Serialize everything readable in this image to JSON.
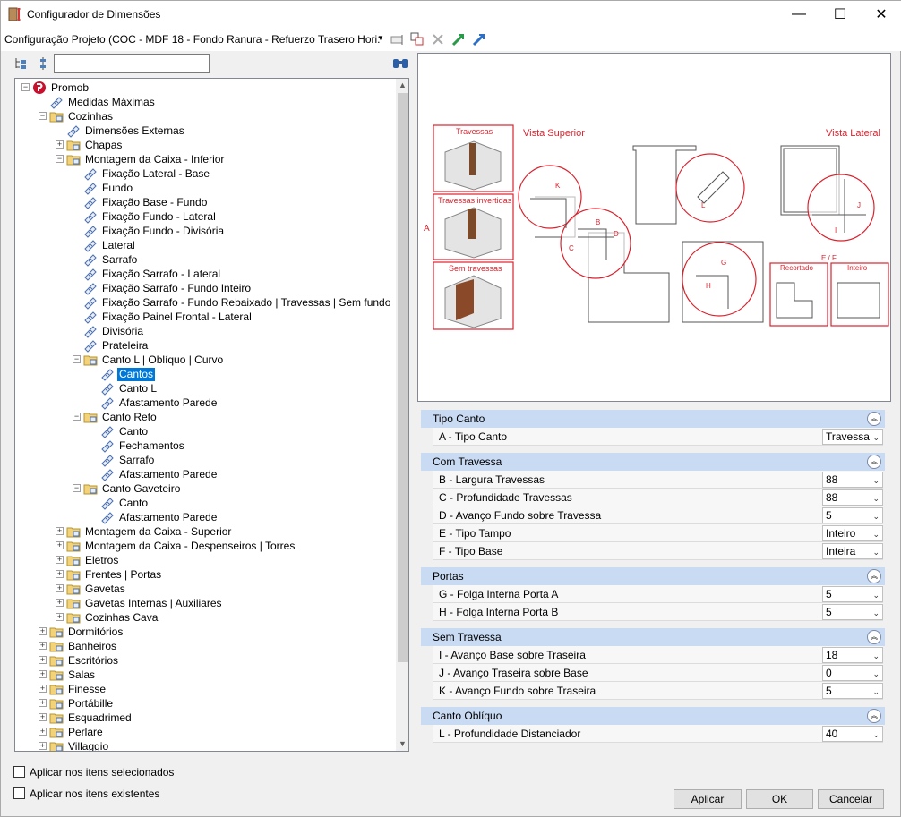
{
  "window": {
    "title": "Configurador de Dimensões",
    "minimize": "—",
    "maximize": "☐",
    "close": "✕"
  },
  "toolbar": {
    "config_label": "Configuração Projeto (COC - MDF 18 - Fondo Ranura - Refuerzo Trasero Hori:",
    "icons": [
      "rename-icon",
      "copy-icon",
      "delete-icon",
      "import-icon",
      "export-icon"
    ]
  },
  "tree": {
    "search_value": "",
    "nodes": [
      {
        "label": "Promob",
        "depth": 0,
        "exp": "−",
        "icon": "promob"
      },
      {
        "label": "Medidas Máximas",
        "depth": 1,
        "exp": "",
        "icon": "ruler"
      },
      {
        "label": "Cozinhas",
        "depth": 1,
        "exp": "−",
        "icon": "folder"
      },
      {
        "label": "Dimensões Externas",
        "depth": 2,
        "exp": "",
        "icon": "ruler"
      },
      {
        "label": "Chapas",
        "depth": 2,
        "exp": "+",
        "icon": "folder"
      },
      {
        "label": "Montagem da Caixa - Inferior",
        "depth": 2,
        "exp": "−",
        "icon": "folder"
      },
      {
        "label": "Fixação Lateral - Base",
        "depth": 3,
        "exp": "",
        "icon": "ruler"
      },
      {
        "label": "Fundo",
        "depth": 3,
        "exp": "",
        "icon": "ruler"
      },
      {
        "label": "Fixação Base - Fundo",
        "depth": 3,
        "exp": "",
        "icon": "ruler"
      },
      {
        "label": "Fixação Fundo - Lateral",
        "depth": 3,
        "exp": "",
        "icon": "ruler"
      },
      {
        "label": "Fixação Fundo - Divisória",
        "depth": 3,
        "exp": "",
        "icon": "ruler"
      },
      {
        "label": "Lateral",
        "depth": 3,
        "exp": "",
        "icon": "ruler"
      },
      {
        "label": "Sarrafo",
        "depth": 3,
        "exp": "",
        "icon": "ruler"
      },
      {
        "label": "Fixação Sarrafo - Lateral",
        "depth": 3,
        "exp": "",
        "icon": "ruler"
      },
      {
        "label": "Fixação Sarrafo - Fundo Inteiro",
        "depth": 3,
        "exp": "",
        "icon": "ruler"
      },
      {
        "label": "Fixação Sarrafo - Fundo Rebaixado | Travessas | Sem fundo",
        "depth": 3,
        "exp": "",
        "icon": "ruler"
      },
      {
        "label": "Fixação Painel Frontal - Lateral",
        "depth": 3,
        "exp": "",
        "icon": "ruler"
      },
      {
        "label": "Divisória",
        "depth": 3,
        "exp": "",
        "icon": "ruler"
      },
      {
        "label": "Prateleira",
        "depth": 3,
        "exp": "",
        "icon": "ruler"
      },
      {
        "label": "Canto L | Oblíquo | Curvo",
        "depth": 3,
        "exp": "−",
        "icon": "folder"
      },
      {
        "label": "Cantos",
        "depth": 4,
        "exp": "",
        "icon": "ruler",
        "selected": true
      },
      {
        "label": "Canto L",
        "depth": 4,
        "exp": "",
        "icon": "ruler"
      },
      {
        "label": "Afastamento Parede",
        "depth": 4,
        "exp": "",
        "icon": "ruler"
      },
      {
        "label": "Canto Reto",
        "depth": 3,
        "exp": "−",
        "icon": "folder"
      },
      {
        "label": "Canto",
        "depth": 4,
        "exp": "",
        "icon": "ruler"
      },
      {
        "label": "Fechamentos",
        "depth": 4,
        "exp": "",
        "icon": "ruler"
      },
      {
        "label": "Sarrafo",
        "depth": 4,
        "exp": "",
        "icon": "ruler"
      },
      {
        "label": "Afastamento Parede",
        "depth": 4,
        "exp": "",
        "icon": "ruler"
      },
      {
        "label": "Canto Gaveteiro",
        "depth": 3,
        "exp": "−",
        "icon": "folder"
      },
      {
        "label": "Canto",
        "depth": 4,
        "exp": "",
        "icon": "ruler"
      },
      {
        "label": "Afastamento Parede",
        "depth": 4,
        "exp": "",
        "icon": "ruler"
      },
      {
        "label": "Montagem da Caixa - Superior",
        "depth": 2,
        "exp": "+",
        "icon": "folder"
      },
      {
        "label": "Montagem da Caixa - Despenseiros | Torres",
        "depth": 2,
        "exp": "+",
        "icon": "folder"
      },
      {
        "label": "Eletros",
        "depth": 2,
        "exp": "+",
        "icon": "folder"
      },
      {
        "label": "Frentes | Portas",
        "depth": 2,
        "exp": "+",
        "icon": "folder"
      },
      {
        "label": "Gavetas",
        "depth": 2,
        "exp": "+",
        "icon": "folder"
      },
      {
        "label": "Gavetas Internas | Auxiliares",
        "depth": 2,
        "exp": "+",
        "icon": "folder"
      },
      {
        "label": "Cozinhas Cava",
        "depth": 2,
        "exp": "+",
        "icon": "folder"
      },
      {
        "label": "Dormitórios",
        "depth": 1,
        "exp": "+",
        "icon": "folder"
      },
      {
        "label": "Banheiros",
        "depth": 1,
        "exp": "+",
        "icon": "folder"
      },
      {
        "label": "Escritórios",
        "depth": 1,
        "exp": "+",
        "icon": "folder"
      },
      {
        "label": "Salas",
        "depth": 1,
        "exp": "+",
        "icon": "folder"
      },
      {
        "label": "Finesse",
        "depth": 1,
        "exp": "+",
        "icon": "folder"
      },
      {
        "label": "Portábille",
        "depth": 1,
        "exp": "+",
        "icon": "folder"
      },
      {
        "label": "Esquadrimed",
        "depth": 1,
        "exp": "+",
        "icon": "folder"
      },
      {
        "label": "Perlare",
        "depth": 1,
        "exp": "+",
        "icon": "folder"
      },
      {
        "label": "Villaggio",
        "depth": 1,
        "exp": "+",
        "icon": "folder"
      }
    ]
  },
  "options": {
    "apply_selected": "Aplicar nos itens selecionados",
    "apply_existing": "Aplicar nos itens existentes"
  },
  "preview": {
    "travessas": "Travessas",
    "travessas_invertidas": "Travessas invertidas",
    "sem_travessas": "Sem travessas",
    "vista_superior": "Vista Superior",
    "vista_lateral": "Vista Lateral",
    "letter_a": "A",
    "letter_b": "B",
    "letter_c": "C",
    "letter_d": "D",
    "letter_g": "G",
    "letter_h": "H",
    "letter_i": "I",
    "letter_j": "J",
    "letter_k": "K",
    "letter_l": "L",
    "ef_label": "E / F",
    "recortado": "Recortado",
    "inteiro": "Inteiro",
    "accent": "#d9232e"
  },
  "sections": [
    {
      "title": "Tipo Canto",
      "rows": [
        {
          "label": "A - Tipo Canto",
          "value": "Travessa"
        }
      ]
    },
    {
      "title": "Com Travessa",
      "rows": [
        {
          "label": "B - Largura Travessas",
          "value": "88"
        },
        {
          "label": "C - Profundidade Travessas",
          "value": "88"
        },
        {
          "label": "D - Avanço Fundo sobre Travessa",
          "value": "5"
        },
        {
          "label": "E - Tipo Tampo",
          "value": "Inteiro"
        },
        {
          "label": "F - Tipo Base",
          "value": "Inteira"
        }
      ]
    },
    {
      "title": "Portas",
      "rows": [
        {
          "label": "G - Folga Interna Porta A",
          "value": "5"
        },
        {
          "label": "H - Folga Interna Porta B",
          "value": "5"
        }
      ]
    },
    {
      "title": "Sem Travessa",
      "rows": [
        {
          "label": "I - Avanço Base sobre Traseira",
          "value": "18"
        },
        {
          "label": "J - Avanço Traseira sobre Base",
          "value": "0"
        },
        {
          "label": "K - Avanço Fundo sobre Traseira",
          "value": "5"
        }
      ]
    },
    {
      "title": "Canto Oblíquo",
      "rows": [
        {
          "label": "L - Profundidade Distanciador",
          "value": "40"
        }
      ]
    }
  ],
  "buttons": {
    "apply": "Aplicar",
    "ok": "OK",
    "cancel": "Cancelar"
  }
}
